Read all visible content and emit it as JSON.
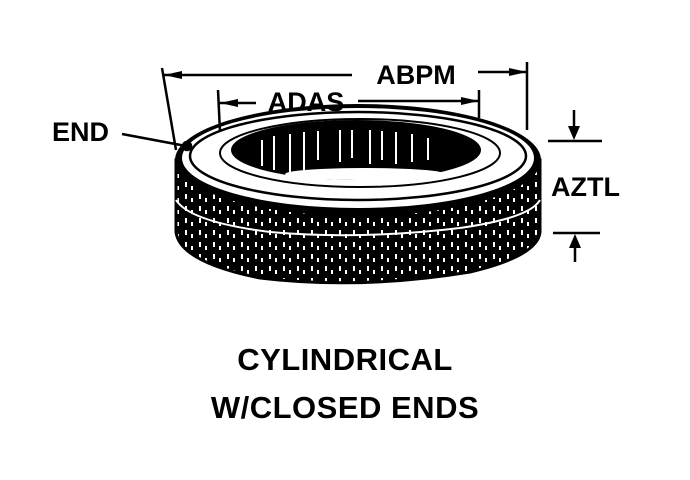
{
  "diagram": {
    "part_type": "cylindrical filter element",
    "labels": {
      "end": "END",
      "outer_diameter": "ABPM",
      "inner_diameter": "ADAS",
      "height": "AZTL"
    },
    "caption": {
      "line1": "CYLINDRICAL",
      "line2": "W/CLOSED ENDS"
    },
    "colors": {
      "ink": "#000000",
      "background": "#ffffff"
    }
  }
}
